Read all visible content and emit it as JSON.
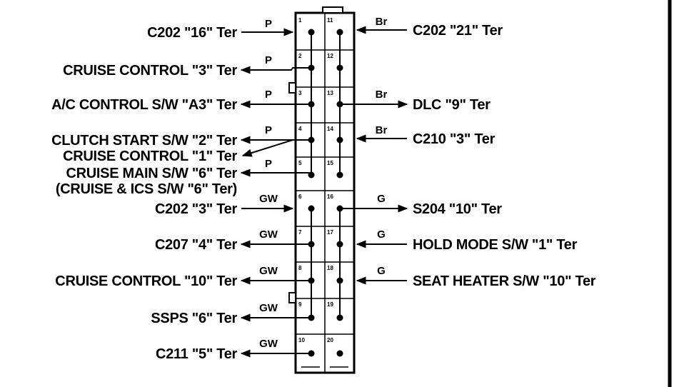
{
  "connector": {
    "pins_left": [
      "1",
      "2",
      "3",
      "4",
      "5",
      "6",
      "7",
      "8",
      "9",
      "10"
    ],
    "pins_right": [
      "11",
      "12",
      "13",
      "14",
      "15",
      "16",
      "17",
      "18",
      "19",
      "20"
    ],
    "line_color": "#000000",
    "background": "#ffffff"
  },
  "left_labels": [
    {
      "id": "l1",
      "text": "C202 \"16\" Ter",
      "color": "P"
    },
    {
      "id": "l2",
      "text": "CRUISE CONTROL \"3\" Ter",
      "color": "P"
    },
    {
      "id": "l3",
      "text": "A/C CONTROL S/W \"A3\" Ter",
      "color": "P"
    },
    {
      "id": "l4a",
      "text": "CLUTCH START S/W \"2\" Ter",
      "color": "P"
    },
    {
      "id": "l4b",
      "text": "CRUISE CONTROL \"1\" Ter"
    },
    {
      "id": "l5",
      "text": "CRUISE MAIN S/W \"6\" Ter",
      "color": "P"
    },
    {
      "id": "l5b",
      "text": "(CRUISE & ICS S/W \"6\" Ter)"
    },
    {
      "id": "l6",
      "text": "C202 \"3\" Ter",
      "color": "GW"
    },
    {
      "id": "l7",
      "text": "C207 \"4\" Ter",
      "color": "GW"
    },
    {
      "id": "l8",
      "text": "CRUISE CONTROL \"10\" Ter",
      "color": "GW"
    },
    {
      "id": "l9",
      "text": "SSPS \"6\" Ter",
      "color": "GW"
    },
    {
      "id": "l10",
      "text": "C211 \"5\" Ter",
      "color": "GW"
    }
  ],
  "right_labels": [
    {
      "id": "r11",
      "text": "C202 \"21\" Ter",
      "color": "Br"
    },
    {
      "id": "r13",
      "text": "DLC \"9\" Ter",
      "color": "Br"
    },
    {
      "id": "r14",
      "text": "C210 \"3\" Ter",
      "color": "Br"
    },
    {
      "id": "r16",
      "text": "S204 \"10\" Ter",
      "color": "G"
    },
    {
      "id": "r17",
      "text": "HOLD MODE S/W \"1\" Ter",
      "color": "G"
    },
    {
      "id": "r18",
      "text": "SEAT HEATER S/W \"10\" Ter",
      "color": "G"
    }
  ]
}
